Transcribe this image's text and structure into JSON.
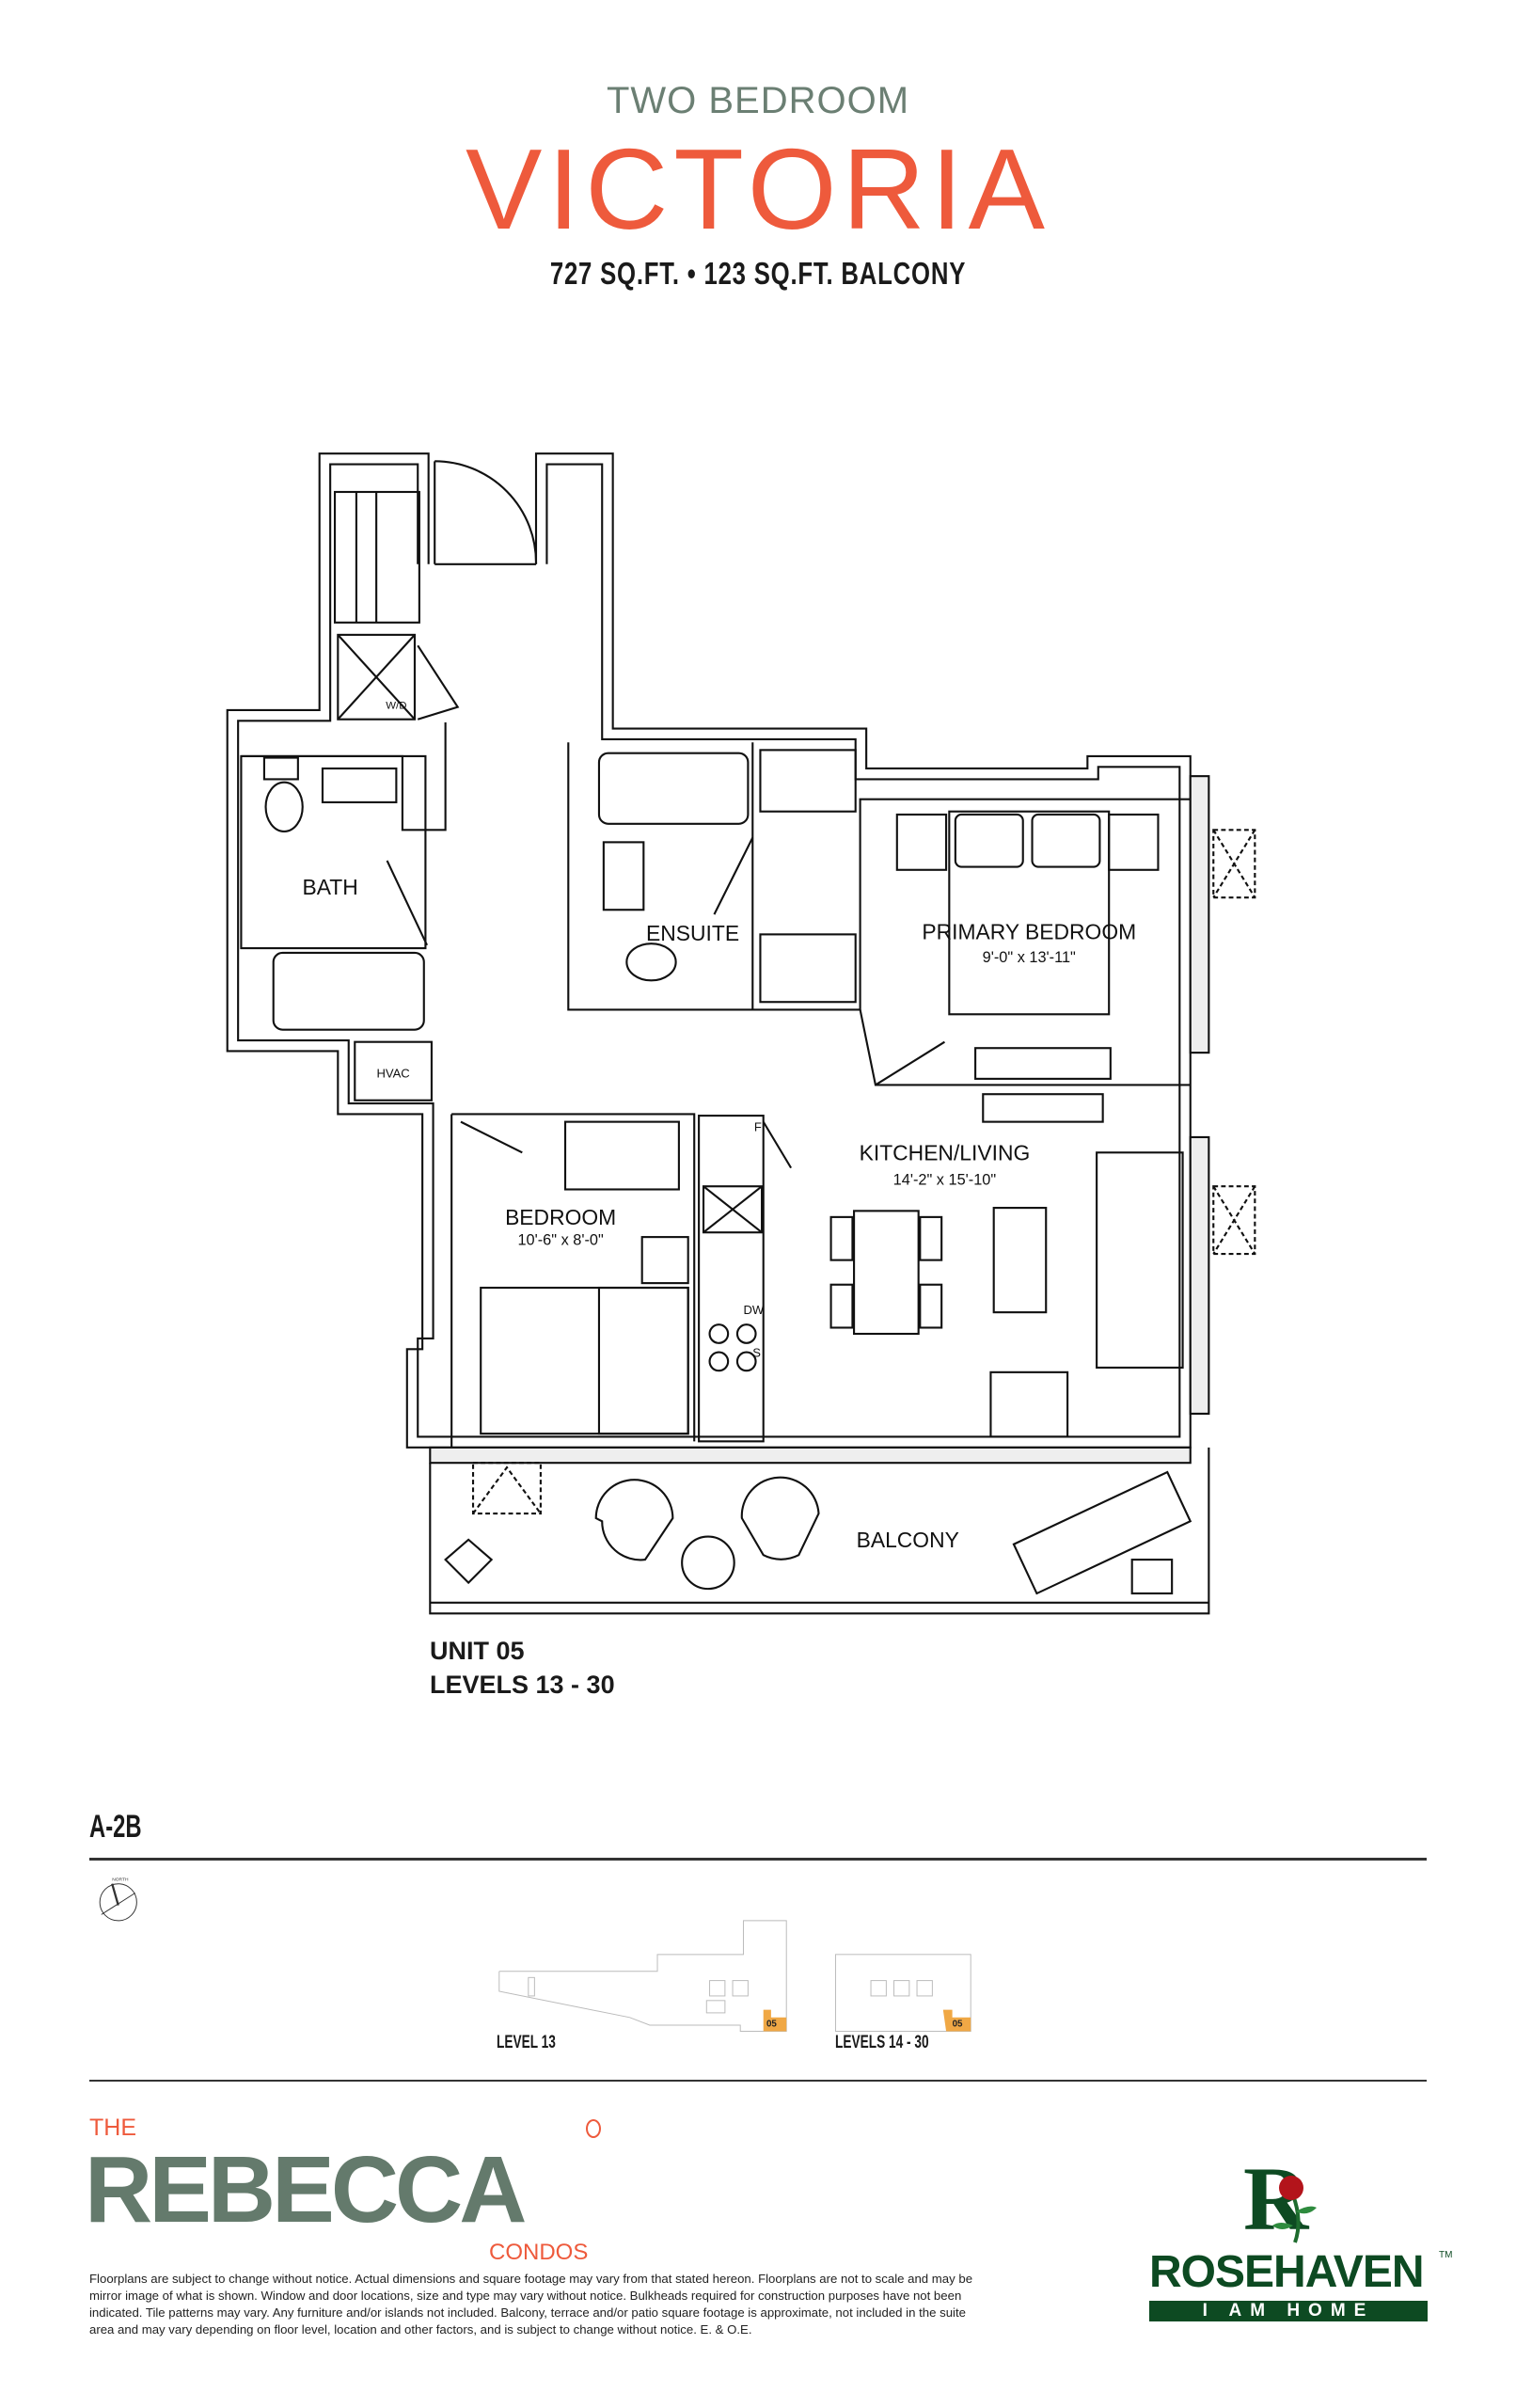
{
  "header": {
    "subtitle": "TWO BEDROOM",
    "title": "VICTORIA",
    "area": "727 SQ.FT. • 123 SQ.FT. BALCONY"
  },
  "rooms": {
    "bath": "BATH",
    "ensuite": "ENSUITE",
    "primary_bedroom": "PRIMARY BEDROOM",
    "primary_bedroom_dims": "9'-0\" x 13'-11\"",
    "kitchen_living": "KITCHEN/LIVING",
    "kitchen_living_dims": "14'-2\" x 15'-10\"",
    "bedroom": "BEDROOM",
    "bedroom_dims": "10'-6\" x 8'-0\"",
    "balcony": "BALCONY",
    "hvac": "HVAC",
    "wd": "W/D",
    "fridge": "F",
    "dishwasher": "DW",
    "sink": "S"
  },
  "unit": {
    "number": "UNIT 05",
    "levels": "LEVELS 13 - 30"
  },
  "model": "A-2B",
  "compass": "NORTH",
  "keyplans": [
    {
      "label": "LEVEL 13",
      "unit": "05"
    },
    {
      "label": "LEVELS 14 - 30",
      "unit": "05"
    }
  ],
  "brand": {
    "the": "THE",
    "name": "REBECCA",
    "condos": "CONDOS",
    "disclaimer": "Floorplans are subject to change without notice. Actual dimensions and square footage may vary from that stated hereon. Floorplans are not to scale and may be mirror image of what is shown. Window and door locations, size and type may vary without notice. Bulkheads required for construction purposes have not been indicated. Tile patterns may vary. Any furniture and/or islands not included. Balcony, terrace and/or patio square footage is approximate, not included in the suite area and may vary depending on floor level, location and other factors, and is subject to change without notice. E. & O.E."
  },
  "developer": {
    "initial": "R",
    "name": "ROSEHAVEN",
    "tm": "TM",
    "tagline": "I AM HOME"
  },
  "colors": {
    "accent": "#ee5a3c",
    "sage": "#647a6c",
    "highlight": "#f0a845",
    "developer_green": "#0d4a22"
  }
}
